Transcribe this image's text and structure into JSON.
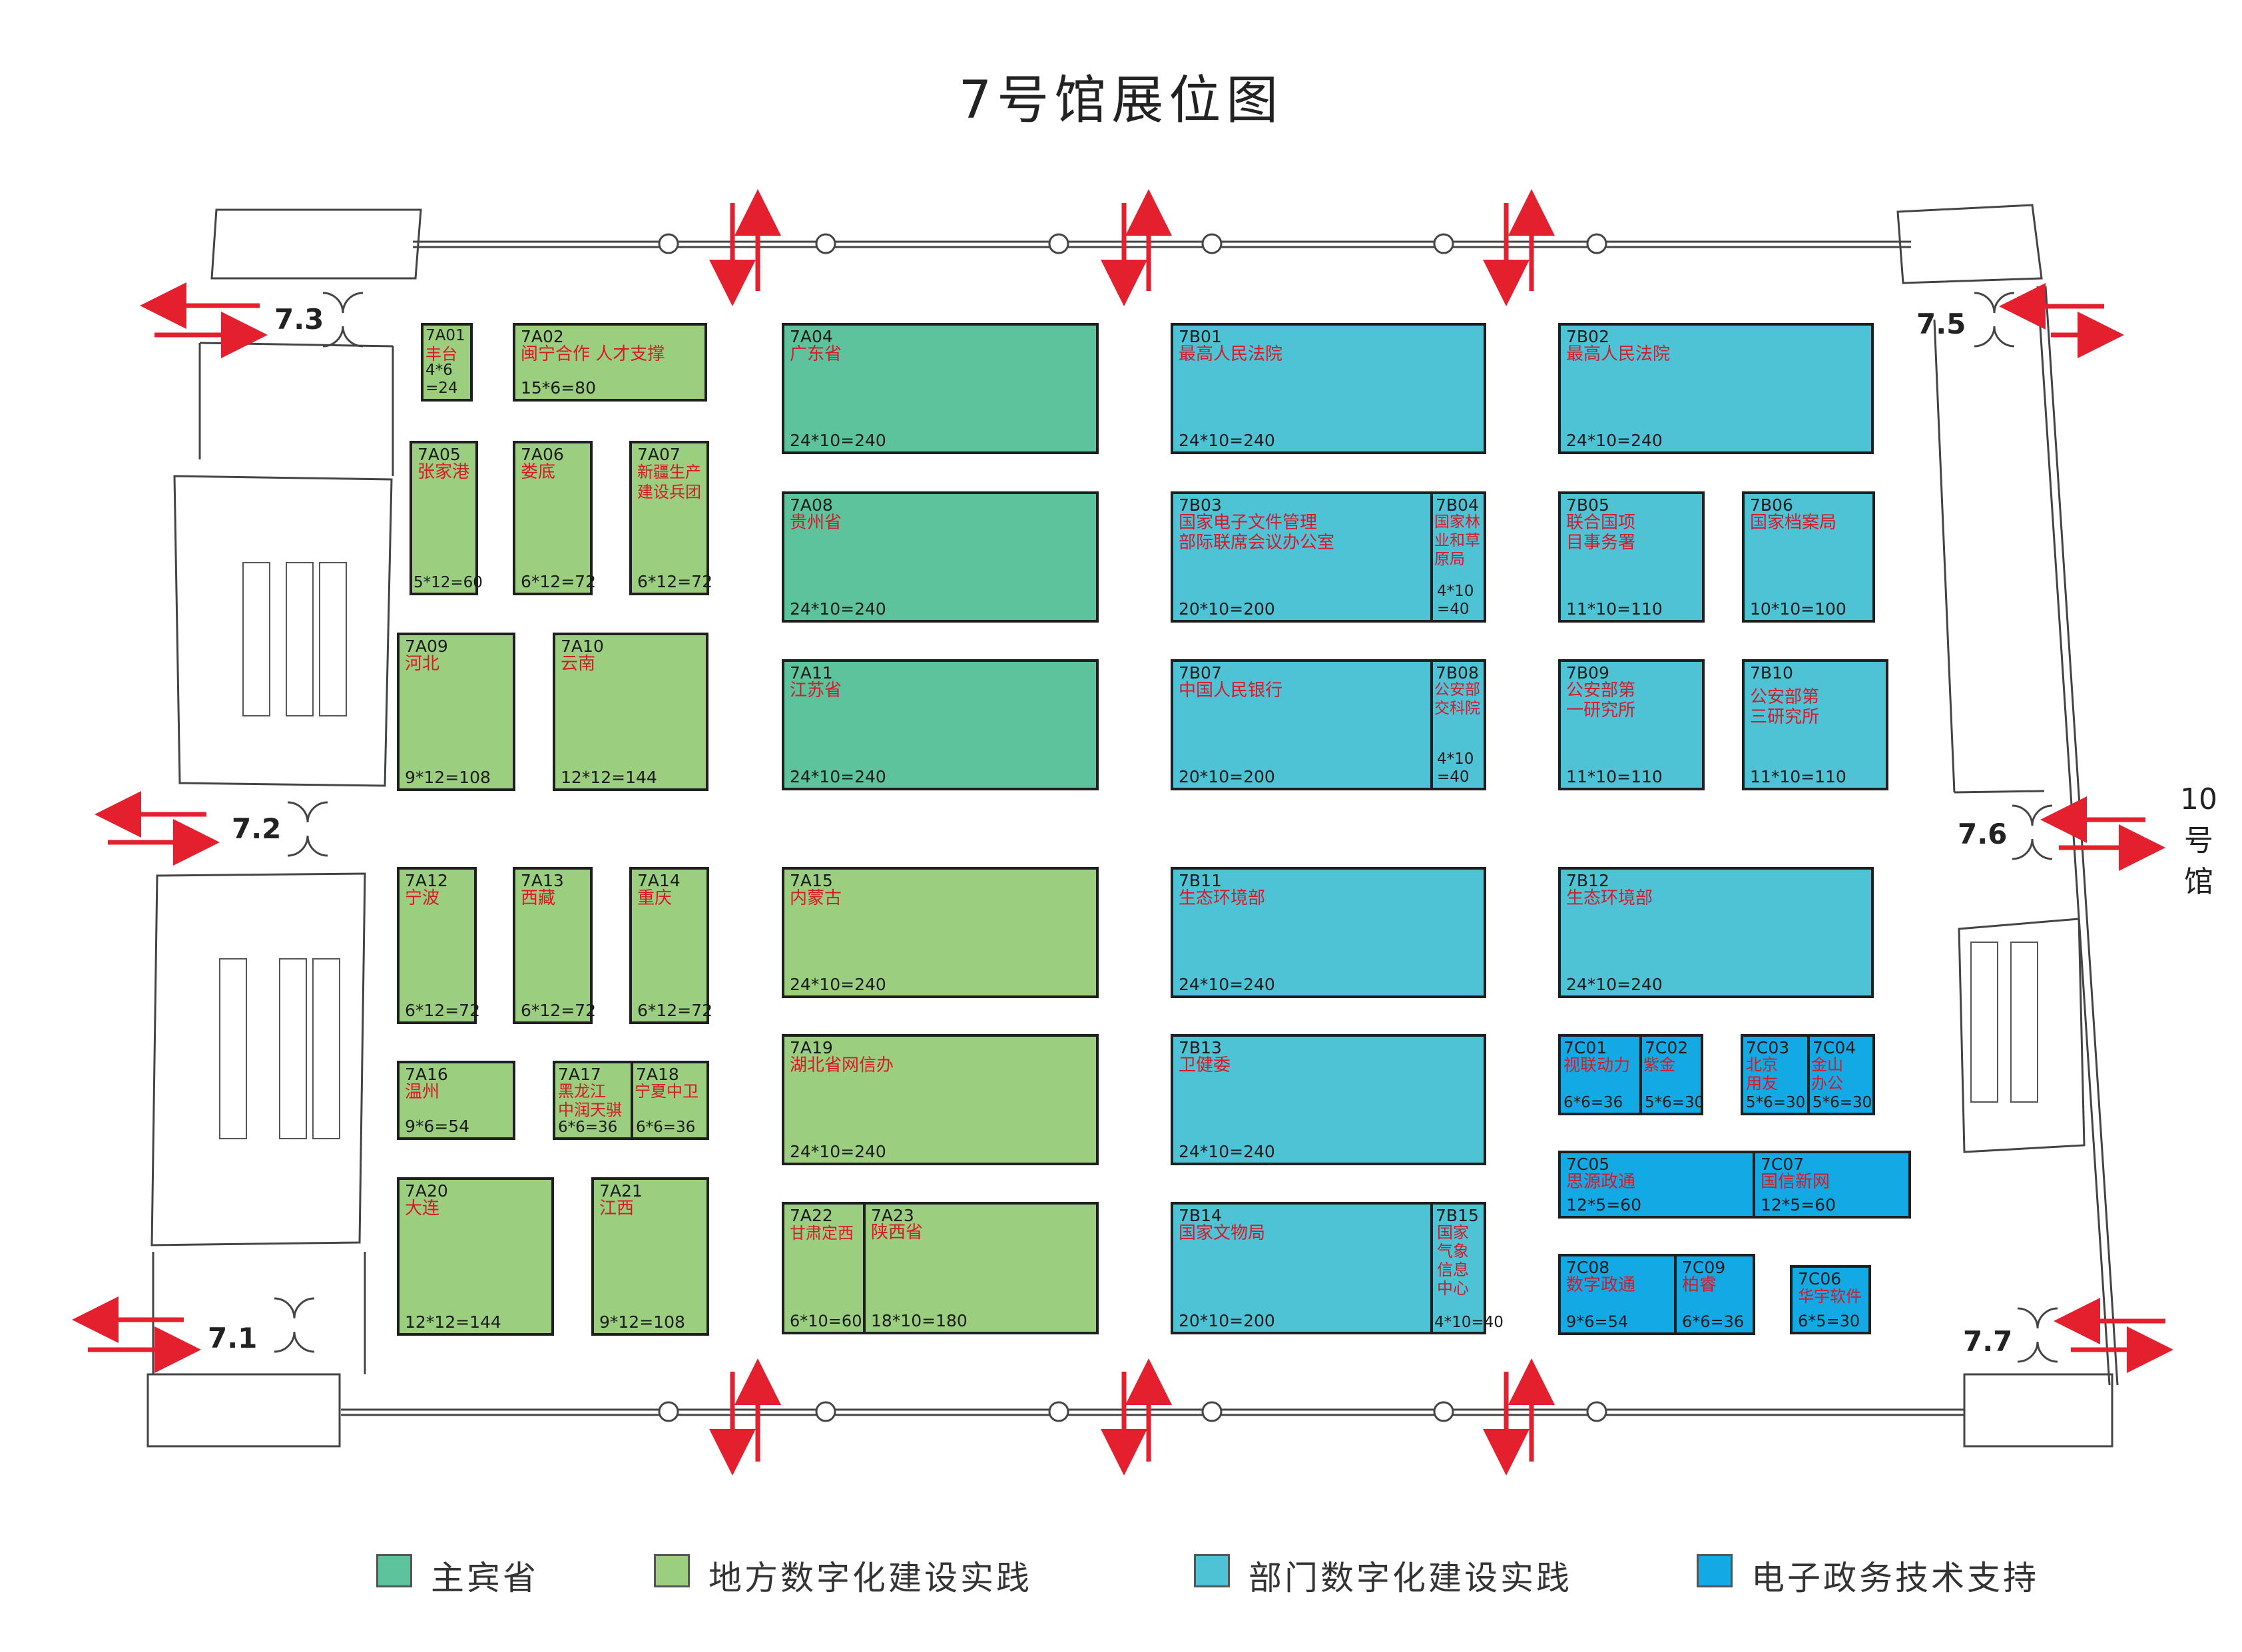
{
  "title": "7号馆展位图",
  "colors": {
    "zhubin": "#5cc39d",
    "difang": "#9bce7f",
    "bumen": "#4ec3d6",
    "dianzi": "#12a9e4",
    "arrow": "#e5202e"
  },
  "entrances": [
    "7.1",
    "7.2",
    "7.3",
    "7.5",
    "7.6",
    "7.7"
  ],
  "neighbor_hall": "10\n号\n馆",
  "booths": {
    "7A01": {
      "code": "7A01",
      "name": "丰台",
      "area": "4*6\n=24"
    },
    "7A02": {
      "code": "7A02",
      "name": "闽宁合作 人才支撑",
      "area": "15*6=80"
    },
    "7A04": {
      "code": "7A04",
      "name": "广东省",
      "area": "24*10=240"
    },
    "7A05": {
      "code": "7A05",
      "name": "张家港",
      "area": "5*12=60"
    },
    "7A06": {
      "code": "7A06",
      "name": "娄底",
      "area": "6*12=72"
    },
    "7A07": {
      "code": "7A07",
      "name": "新疆生产\n建设兵团",
      "area": "6*12=72"
    },
    "7A08": {
      "code": "7A08",
      "name": "贵州省",
      "area": "24*10=240"
    },
    "7A09": {
      "code": "7A09",
      "name": "河北",
      "area": "9*12=108"
    },
    "7A10": {
      "code": "7A10",
      "name": "云南",
      "area": "12*12=144"
    },
    "7A11": {
      "code": "7A11",
      "name": "江苏省",
      "area": "24*10=240"
    },
    "7A12": {
      "code": "7A12",
      "name": "宁波",
      "area": "6*12=72"
    },
    "7A13": {
      "code": "7A13",
      "name": "西藏",
      "area": "6*12=72"
    },
    "7A14": {
      "code": "7A14",
      "name": "重庆",
      "area": "6*12=72"
    },
    "7A15": {
      "code": "7A15",
      "name": "内蒙古",
      "area": "24*10=240"
    },
    "7A16": {
      "code": "7A16",
      "name": "温州",
      "area": "9*6=54"
    },
    "7A17": {
      "code": "7A17",
      "name": "黑龙江\n中润天骐",
      "area": "6*6=36"
    },
    "7A18": {
      "code": "7A18",
      "name": "宁夏中卫",
      "area": "6*6=36"
    },
    "7A19": {
      "code": "7A19",
      "name": "湖北省网信办",
      "area": "24*10=240"
    },
    "7A20": {
      "code": "7A20",
      "name": "大连",
      "area": "12*12=144"
    },
    "7A21": {
      "code": "7A21",
      "name": "江西",
      "area": "9*12=108"
    },
    "7A22": {
      "code": "7A22",
      "name": "甘肃定西",
      "area": "6*10=60"
    },
    "7A23": {
      "code": "7A23",
      "name": "陕西省",
      "area": "18*10=180"
    },
    "7B01": {
      "code": "7B01",
      "name": "最高人民法院",
      "area": "24*10=240"
    },
    "7B02": {
      "code": "7B02",
      "name": "最高人民法院",
      "area": "24*10=240"
    },
    "7B03": {
      "code": "7B03",
      "name": "国家电子文件管理\n部际联席会议办公室",
      "area": "20*10=200"
    },
    "7B04": {
      "code": "7B04",
      "name": "国家林\n业和草\n原局",
      "area": "4*10\n=40"
    },
    "7B05": {
      "code": "7B05",
      "name": "联合国项\n目事务署",
      "area": "11*10=110"
    },
    "7B06": {
      "code": "7B06",
      "name": "国家档案局",
      "area": "10*10=100"
    },
    "7B07": {
      "code": "7B07",
      "name": "中国人民银行",
      "area": "20*10=200"
    },
    "7B08": {
      "code": "7B08",
      "name": "公安部\n交科院",
      "area": "4*10\n=40"
    },
    "7B09": {
      "code": "7B09",
      "name": "公安部第\n一研究所",
      "area": "11*10=110"
    },
    "7B10": {
      "code": "7B10",
      "name": "公安部第\n三研究所",
      "area": "11*10=110"
    },
    "7B11": {
      "code": "7B11",
      "name": "生态环境部",
      "area": "24*10=240"
    },
    "7B12": {
      "code": "7B12",
      "name": "生态环境部",
      "area": "24*10=240"
    },
    "7B13": {
      "code": "7B13",
      "name": "卫健委",
      "area": "24*10=240"
    },
    "7B14": {
      "code": "7B14",
      "name": "国家文物局",
      "area": "20*10=200"
    },
    "7B15": {
      "code": "7B15",
      "name": "国家\n气象\n信息\n中心",
      "area": "4*10=40"
    },
    "7C01": {
      "code": "7C01",
      "name": "视联动力",
      "area": "6*6=36"
    },
    "7C02": {
      "code": "7C02",
      "name": "紫金",
      "area": "5*6=30"
    },
    "7C03": {
      "code": "7C03",
      "name": "北京\n用友",
      "area": "5*6=30"
    },
    "7C04": {
      "code": "7C04",
      "name": "金山\n办公",
      "area": "5*6=30"
    },
    "7C05": {
      "code": "7C05",
      "name": "思源政通",
      "area": "12*5=60"
    },
    "7C06": {
      "code": "7C06",
      "name": "华宇软件",
      "area": "6*5=30"
    },
    "7C07": {
      "code": "7C07",
      "name": "国信新网",
      "area": "12*5=60"
    },
    "7C08": {
      "code": "7C08",
      "name": "数字政通",
      "area": "9*6=54"
    },
    "7C09": {
      "code": "7C09",
      "name": "柏睿",
      "area": "6*6=36"
    }
  },
  "legend": [
    {
      "label": "主宾省",
      "color": "#5cc39d"
    },
    {
      "label": "地方数字化建设实践",
      "color": "#9bce7f"
    },
    {
      "label": "部门数字化建设实践",
      "color": "#4ec3d6"
    },
    {
      "label": "电子政务技术支持",
      "color": "#12a9e4"
    }
  ]
}
